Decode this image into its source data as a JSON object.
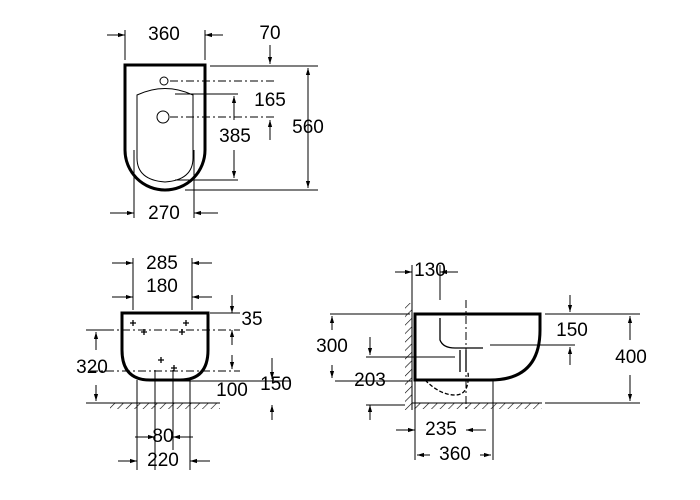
{
  "top_view": {
    "width_360": "360",
    "offset_70": "70",
    "dist_165": "165",
    "dist_385": "385",
    "length_560": "560",
    "width_270": "270"
  },
  "front_view": {
    "dim_285": "285",
    "dim_180": "180",
    "dim_35": "35",
    "height_320": "320",
    "dim_100": "100",
    "dim_150": "150",
    "dim_80": "80",
    "dim_220": "220"
  },
  "side_view": {
    "dim_130": "130",
    "height_300": "300",
    "dim_150": "150",
    "height_400": "400",
    "dim_203": "203",
    "dim_235": "235",
    "depth_360": "360"
  }
}
